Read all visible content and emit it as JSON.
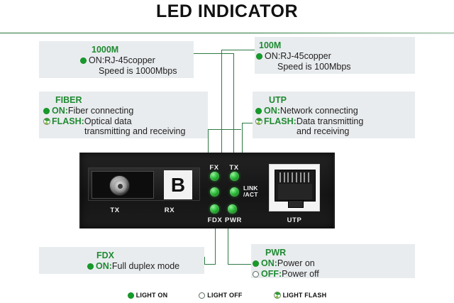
{
  "header": {
    "title": "LED INDICATOR"
  },
  "callouts": {
    "speed_1000": {
      "name": "1000M",
      "line1_label": "ON:",
      "line1_text": "RJ-45copper",
      "line2_text": "Speed is 1000Mbps"
    },
    "speed_100": {
      "name": "100M",
      "line1_label": "ON:",
      "line1_text": "RJ-45copper",
      "line2_text": "Speed is 100Mbps"
    },
    "fiber": {
      "name": "FIBER",
      "on_label": "ON:",
      "on_text": "Fiber connecting",
      "flash_label": "FLASH:",
      "flash_text": "Optical data",
      "flash_text2": "transmitting and receiving"
    },
    "utp": {
      "name": "UTP",
      "on_label": "ON:",
      "on_text": "Network connecting",
      "flash_label": "FLASH:",
      "flash_text": "Data transmitting",
      "flash_text2": "and receiving"
    },
    "fdx": {
      "name": "FDX",
      "on_label": "ON:",
      "on_text": "Full duplex mode"
    },
    "pwr": {
      "name": "PWR",
      "on_label": "ON:",
      "on_text": "Power on",
      "off_label": "OFF:",
      "off_text": "Power off"
    }
  },
  "device": {
    "fiber_tx_label": "TX",
    "fiber_rx_label": "RX",
    "fiber_rx_type": "B",
    "led_fx_label": "FX",
    "led_tx_label": "TX",
    "led_linkact_line1": "LINK",
    "led_linkact_line2": "/ACT",
    "led_fdx_label": "FDX",
    "led_pwr_label": "PWR",
    "utp_label": "UTP"
  },
  "legend": {
    "on": "LIGHT ON",
    "off": "LIGHT OFF",
    "flash": "LIGHT FLASH"
  },
  "colors": {
    "green_text": "#1f8a32",
    "green_line": "#2f7a45",
    "led_green": "#17971f",
    "box_bg": "#e9ecee",
    "panel": "#1b1b1b"
  }
}
